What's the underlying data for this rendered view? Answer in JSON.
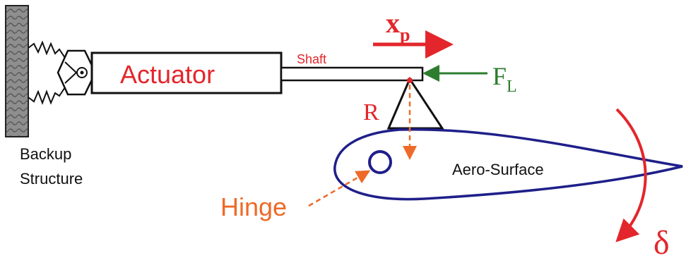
{
  "colors": {
    "red": "#e3262b",
    "orange": "#ee6a28",
    "navy": "#1f1f8a",
    "green": "#2e7d2e",
    "black": "#111111",
    "wall": "#9a9a9a"
  },
  "labels": {
    "actuator": "Actuator",
    "shaft": "Shaft",
    "xp_main": "x",
    "xp_sub": "p",
    "fl_main": "F",
    "fl_sub": "L",
    "r": "R",
    "backup_line1": "Backup",
    "backup_line2": "Structure",
    "aero_surface": "Aero-Surface",
    "hinge": "Hinge",
    "delta": "δ"
  },
  "icons": {
    "wall": "hatched-wall",
    "springs": "spring-icon",
    "pin": "pin-joint-icon",
    "hinge_circle": "hinge-circle-icon"
  }
}
